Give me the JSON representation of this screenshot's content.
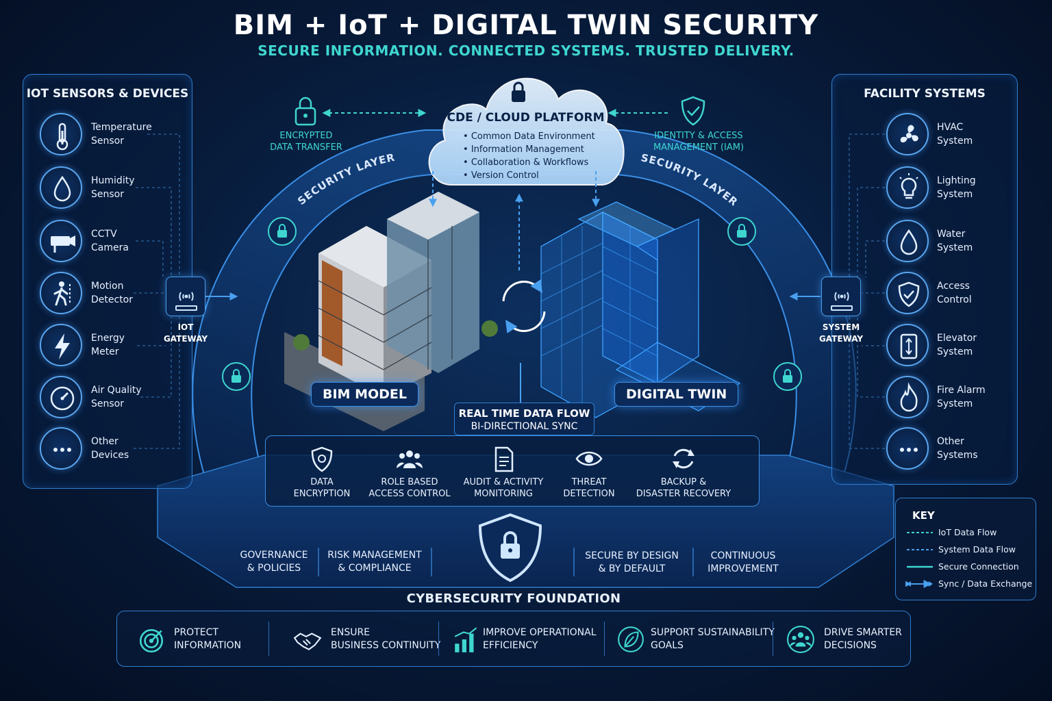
{
  "header": {
    "title": "BIM + IoT + DIGITAL TWIN SECURITY",
    "subtitle": "SECURE INFORMATION. CONNECTED SYSTEMS. TRUSTED DELIVERY."
  },
  "iot_panel": {
    "title": "IOT SENSORS & DEVICES",
    "items": [
      {
        "label": "Temperature\nSensor",
        "icon": "thermometer-icon"
      },
      {
        "label": "Humidity\nSensor",
        "icon": "droplet-icon"
      },
      {
        "label": "CCTV\nCamera",
        "icon": "camera-icon"
      },
      {
        "label": "Motion\nDetector",
        "icon": "walking-person-icon"
      },
      {
        "label": "Energy\nMeter",
        "icon": "lightning-icon"
      },
      {
        "label": "Air Quality\nSensor",
        "icon": "gauge-icon"
      },
      {
        "label": "Other\nDevices",
        "icon": "more-icon"
      }
    ]
  },
  "facility_panel": {
    "title": "FACILITY SYSTEMS",
    "items": [
      {
        "label": "HVAC\nSystem",
        "icon": "fan-icon"
      },
      {
        "label": "Lighting\nSystem",
        "icon": "lightbulb-icon"
      },
      {
        "label": "Water\nSystem",
        "icon": "droplet-icon"
      },
      {
        "label": "Access\nControl",
        "icon": "shield-check-icon"
      },
      {
        "label": "Elevator\nSystem",
        "icon": "elevator-icon"
      },
      {
        "label": "Fire Alarm\nSystem",
        "icon": "flame-icon"
      },
      {
        "label": "Other\nSystems",
        "icon": "more-icon"
      }
    ]
  },
  "gateways": {
    "iot": "IOT\nGATEWAY",
    "system": "SYSTEM\nGATEWAY"
  },
  "cloud": {
    "title": "CDE / CLOUD PLATFORM",
    "items": [
      "Common Data Environment",
      "Information Management",
      "Collaboration & Workflows",
      "Version Control"
    ]
  },
  "security_top": {
    "encrypted": "ENCRYPTED\nDATA TRANSFER",
    "iam": "IDENTITY & ACCESS\nMANAGEMENT (IAM)"
  },
  "arc_labels": {
    "left": "SECURITY LAYERS",
    "right": "SECURITY LAYERS"
  },
  "models": {
    "bim": "BIM MODEL",
    "twin": "DIGITAL TWIN"
  },
  "realtime": {
    "line1": "REAL TIME DATA FLOW",
    "line2": "BI-DIRECTIONAL SYNC"
  },
  "features": [
    {
      "label": "DATA\nENCRYPTION",
      "icon": "shield-icon"
    },
    {
      "label": "ROLE BASED\nACCESS CONTROL",
      "icon": "users-icon"
    },
    {
      "label": "AUDIT & ACTIVITY\nMONITORING",
      "icon": "document-icon"
    },
    {
      "label": "THREAT\nDETECTION",
      "icon": "eye-icon"
    },
    {
      "label": "BACKUP &\nDISASTER RECOVERY",
      "icon": "refresh-icon"
    }
  ],
  "foundation": {
    "title": "CYBERSECURITY FOUNDATION",
    "items": [
      "GOVERNANCE\n& POLICIES",
      "RISK MANAGEMENT\n& COMPLIANCE",
      "SECURE BY DESIGN\n& BY DEFAULT",
      "CONTINUOUS\nIMPROVEMENT"
    ]
  },
  "goals": [
    {
      "label": "PROTECT\nINFORMATION",
      "icon": "target-icon"
    },
    {
      "label": "ENSURE\nBUSINESS CONTINUITY",
      "icon": "handshake-icon"
    },
    {
      "label": "IMPROVE OPERATIONAL\nEFFICIENCY",
      "icon": "bar-chart-icon"
    },
    {
      "label": "SUPPORT SUSTAINABILITY\nGOALS",
      "icon": "leaf-icon"
    },
    {
      "label": "DRIVE SMARTER\nDECISIONS",
      "icon": "team-icon"
    }
  ],
  "key": {
    "title": "KEY",
    "items": [
      "IoT Data Flow",
      "System Data Flow",
      "Secure Connection",
      "Sync / Data Exchange"
    ]
  },
  "colors": {
    "teal": "#3fd6d0",
    "blue": "#3b8fe6",
    "background": "#071a38"
  }
}
